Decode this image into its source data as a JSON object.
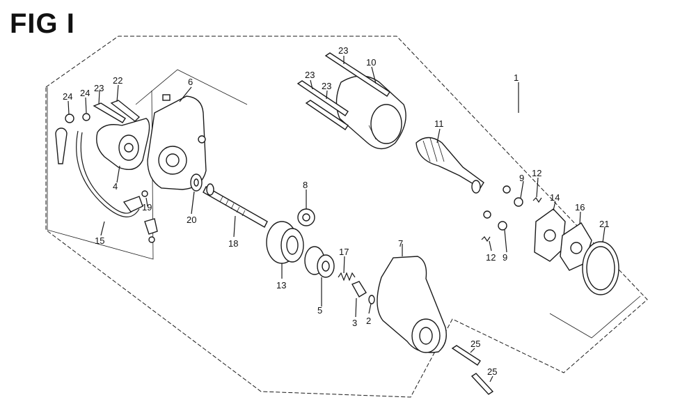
{
  "figure": {
    "title": "FIG I"
  },
  "callouts": [
    {
      "id": "c1",
      "text": "1"
    },
    {
      "id": "c2",
      "text": "2"
    },
    {
      "id": "c3",
      "text": "3"
    },
    {
      "id": "c4",
      "text": "4"
    },
    {
      "id": "c5",
      "text": "5"
    },
    {
      "id": "c6",
      "text": "6"
    },
    {
      "id": "c7",
      "text": "7"
    },
    {
      "id": "c8",
      "text": "8"
    },
    {
      "id": "c9a",
      "text": "9"
    },
    {
      "id": "c9b",
      "text": "9"
    },
    {
      "id": "c10",
      "text": "10"
    },
    {
      "id": "c11",
      "text": "11"
    },
    {
      "id": "c12a",
      "text": "12"
    },
    {
      "id": "c12b",
      "text": "12"
    },
    {
      "id": "c13",
      "text": "13"
    },
    {
      "id": "c14",
      "text": "14"
    },
    {
      "id": "c15",
      "text": "15"
    },
    {
      "id": "c16",
      "text": "16"
    },
    {
      "id": "c17",
      "text": "17"
    },
    {
      "id": "c18",
      "text": "18"
    },
    {
      "id": "c19",
      "text": "19"
    },
    {
      "id": "c20",
      "text": "20"
    },
    {
      "id": "c21",
      "text": "21"
    },
    {
      "id": "c22",
      "text": "22"
    },
    {
      "id": "c23a",
      "text": "23"
    },
    {
      "id": "c23b",
      "text": "23"
    },
    {
      "id": "c23c",
      "text": "23"
    },
    {
      "id": "c23d",
      "text": "23"
    },
    {
      "id": "c24a",
      "text": "24"
    },
    {
      "id": "c24b",
      "text": "24"
    },
    {
      "id": "c25a",
      "text": "25"
    },
    {
      "id": "c25b",
      "text": "25"
    }
  ]
}
